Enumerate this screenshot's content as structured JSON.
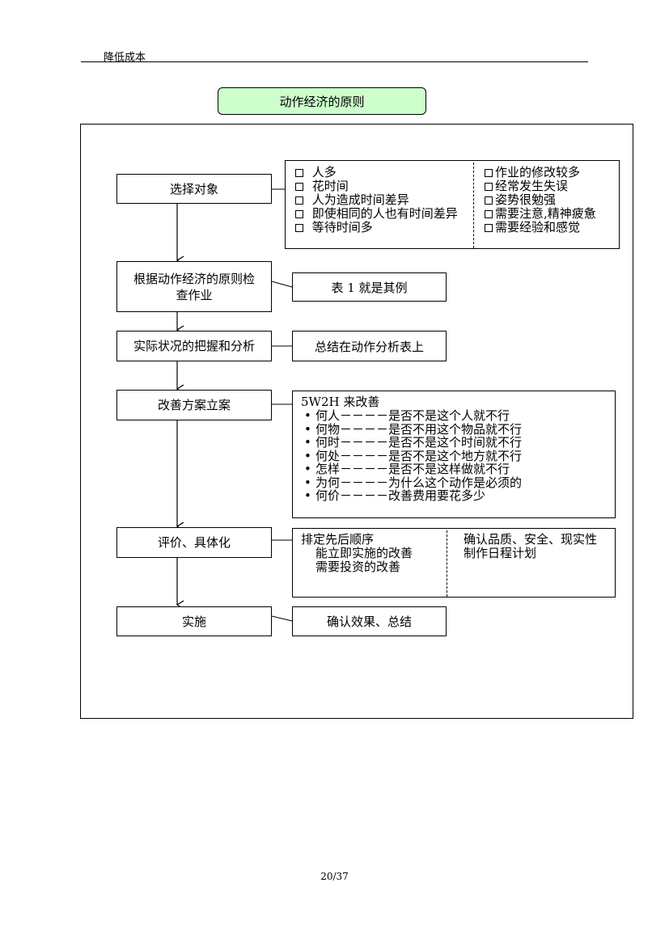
{
  "header": {
    "title": "降低成本"
  },
  "title": "动作经济的原则",
  "steps": {
    "s1": "选择对象",
    "s2_line1": "根据动作经济的原则检",
    "s2_line2": "查作业",
    "s3": "实际状况的把握和分析",
    "s4": "改善方案立案",
    "s5": "评价、具体化",
    "s6": "实施"
  },
  "notes": {
    "select_left": [
      "人多",
      "花时间",
      "人为造成时间差异",
      "即使相同的人也有时间差异",
      "等待时间多"
    ],
    "select_right": [
      "作业的修改较多",
      "经常发生失误",
      "姿势很勉强",
      "需要注意,精神疲惫",
      "需要经验和感觉"
    ],
    "check": "表 1 就是其例",
    "analysis": "总结在动作分析表上",
    "plan_title": "5W2H 来改善",
    "plan_items": [
      "何人－－－－是否不是这个人就不行",
      "何物－－－－是否不用这个物品就不行",
      "何时－－－－是否不是这个时间就不行",
      "何处－－－－是否不是这个地方就不行",
      "怎样－－－－是否不是这样做就不行",
      "为何－－－－为什么这个动作是必须的",
      "何价－－－－改善费用要花多少"
    ],
    "eval_left_title": "排定先后顺序",
    "eval_left_items": [
      "能立即实施的改善",
      "需要投资的改善"
    ],
    "eval_right": [
      "确认品质、安全、现实性",
      "制作日程计划"
    ],
    "implement": "确认效果、总结"
  },
  "footer": {
    "page": "20/37"
  }
}
